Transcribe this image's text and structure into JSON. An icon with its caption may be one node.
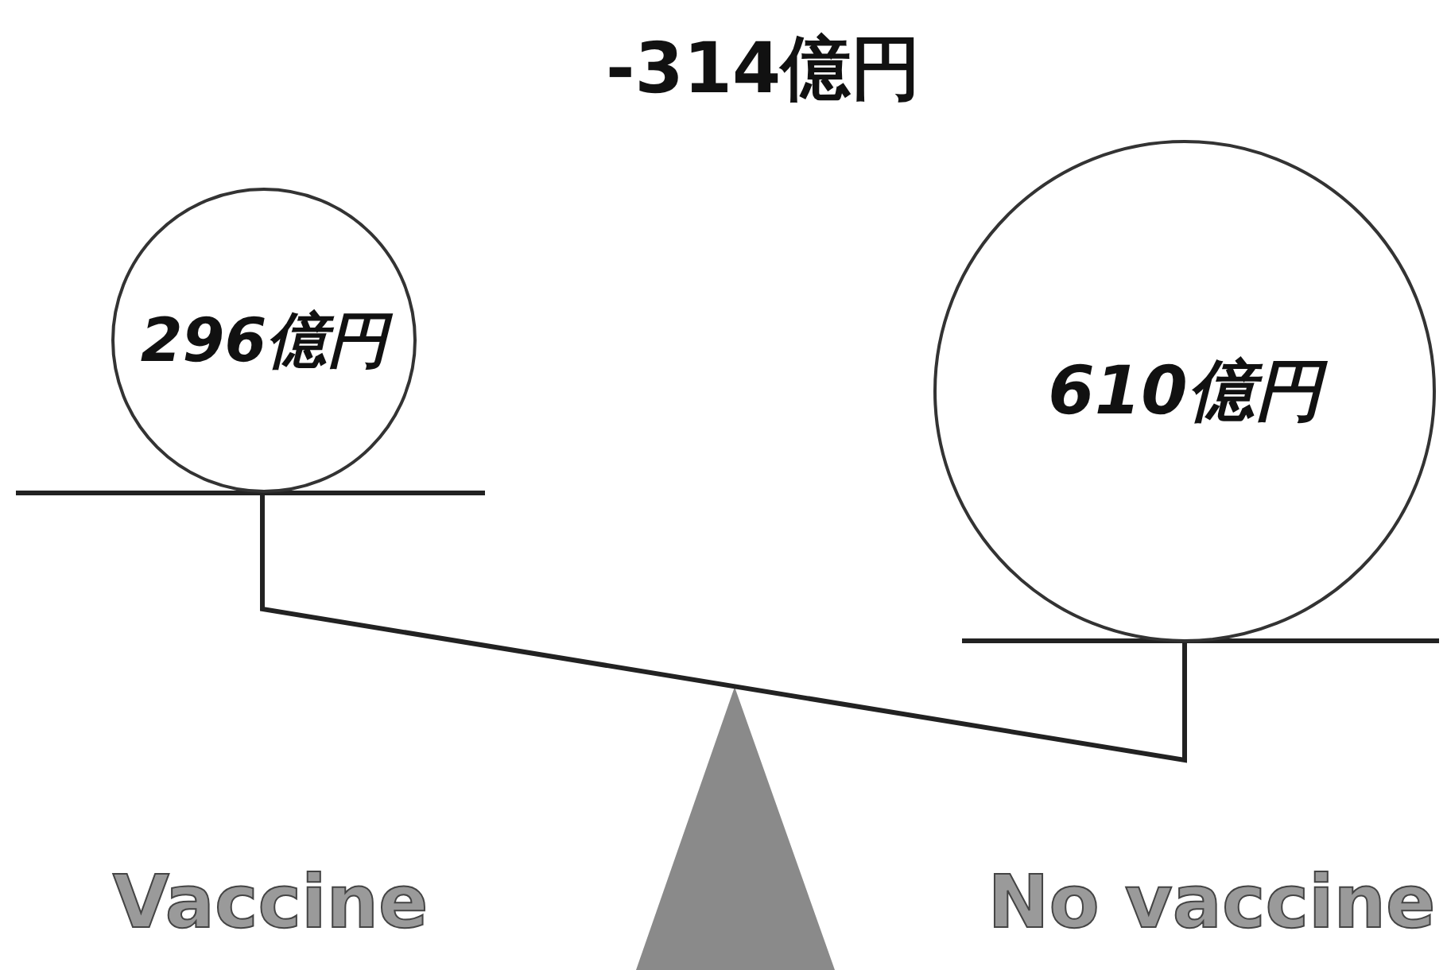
{
  "diagram": {
    "nodes": [
      {
        "text": [
          "296億円"
        ]
      },
      {
        "text": [
          "610億円"
        ]
      }
    ],
    "labels": [
      "-314億円",
      "Vaccine",
      "No vaccine"
    ]
  }
}
